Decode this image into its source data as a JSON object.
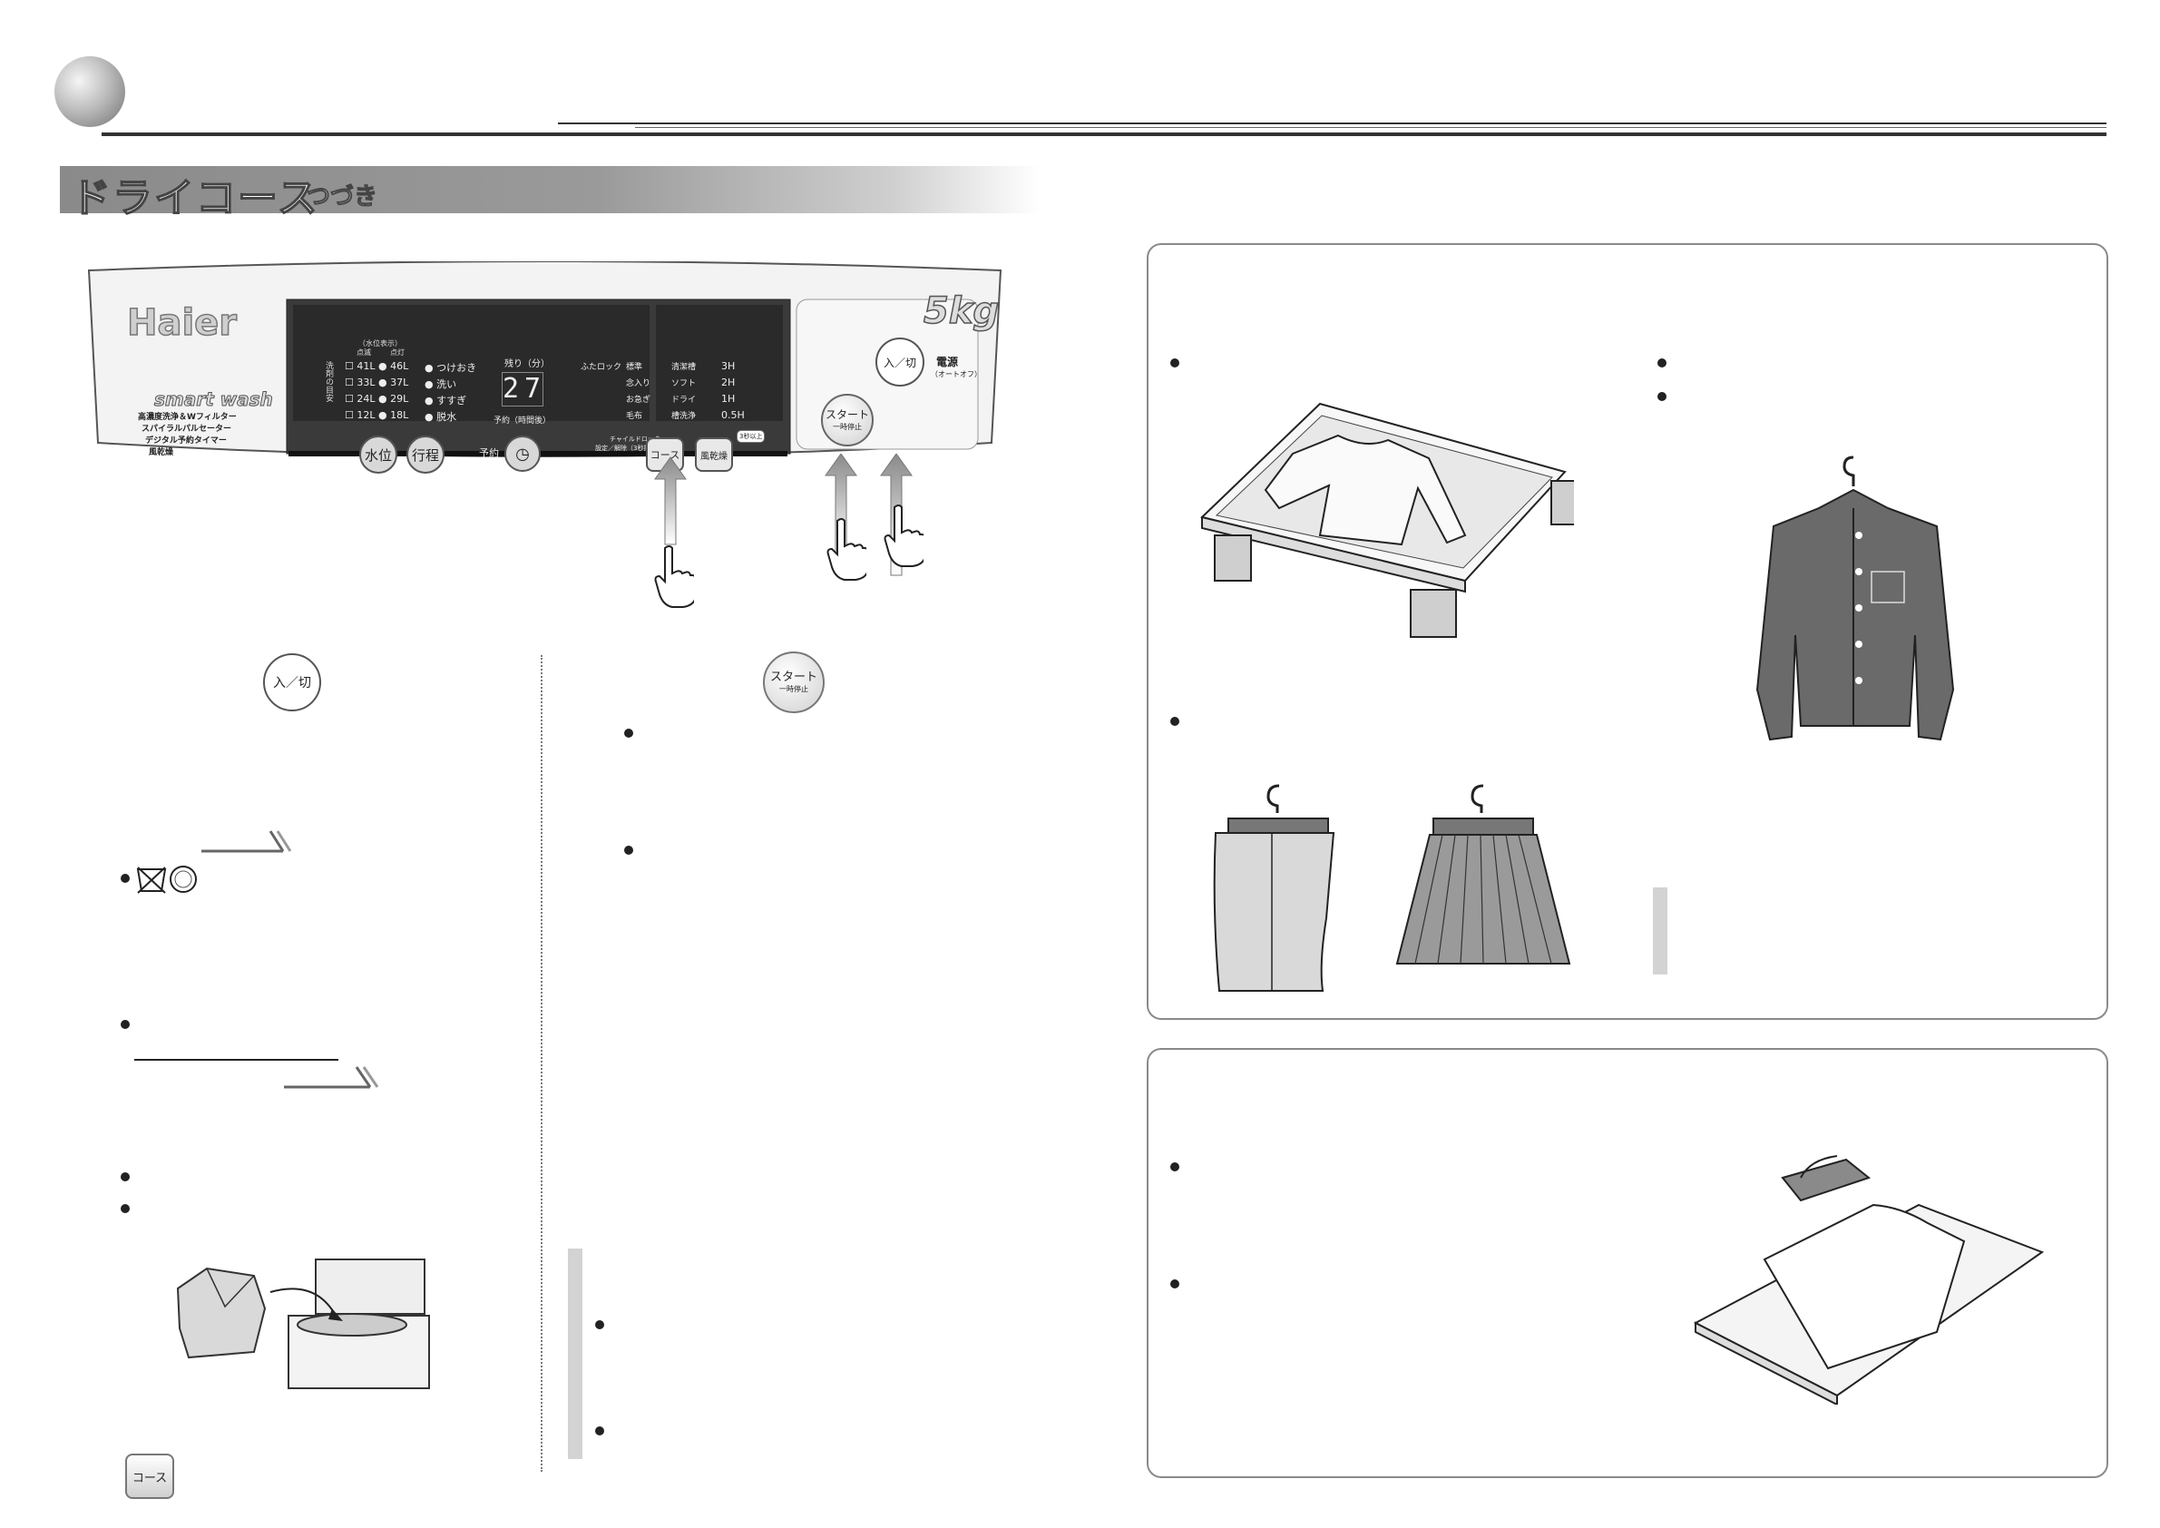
{
  "header": {
    "title_main": "ドライコース",
    "title_sub": "つづき"
  },
  "panel": {
    "brand": "Haier",
    "capacity": "5kg",
    "smart_wash": "smart wash",
    "features": [
      "高濃度洗浄＆Wフィルター",
      "スパイラルパルセーター",
      "デジタル予約タイマー",
      "風乾燥"
    ],
    "water_header": "（水位表示）",
    "water_small_header": "点滅",
    "water_lit_header": "点灯",
    "water_side_label": "洗剤の目安",
    "water_levels": [
      {
        "left": "41L",
        "right": "46L"
      },
      {
        "left": "33L",
        "right": "37L"
      },
      {
        "left": "24L",
        "right": "29L"
      },
      {
        "left": "12L",
        "right": "18L"
      }
    ],
    "process_steps": [
      "つけおき",
      "洗い",
      "すすぎ",
      "脱水"
    ],
    "remaining_label": "残り（分）",
    "display_value": "27",
    "reserve_label": "予約（時間後）",
    "lid_lock_label": "ふたロック",
    "courses_left": [
      "標準",
      "念入り",
      "お急ぎ",
      "毛布"
    ],
    "courses_right": [
      "清潔槽",
      "ソフト",
      "ドライ",
      "槽洗浄"
    ],
    "dry_times": [
      "3H",
      "2H",
      "1H",
      "0.5H"
    ],
    "child_lock_label": "チャイルドロック",
    "child_lock_sub": "設定／解除（3秒押し）",
    "buttons": {
      "water": "水位",
      "process": "行程",
      "reserve": "予約",
      "course": "コース",
      "dry": "風乾燥",
      "dry_tag": "3秒以上",
      "start": "スタート",
      "start_sub": "一時停止",
      "power": "入／切",
      "power_label": "電源",
      "power_sub": "（オートオフ）"
    }
  },
  "left_column": {
    "power_icon_label": "入／切",
    "course_icon_label": "コース"
  },
  "middle_column": {
    "start_icon_label": "スタート",
    "start_icon_sub": "一時停止"
  }
}
